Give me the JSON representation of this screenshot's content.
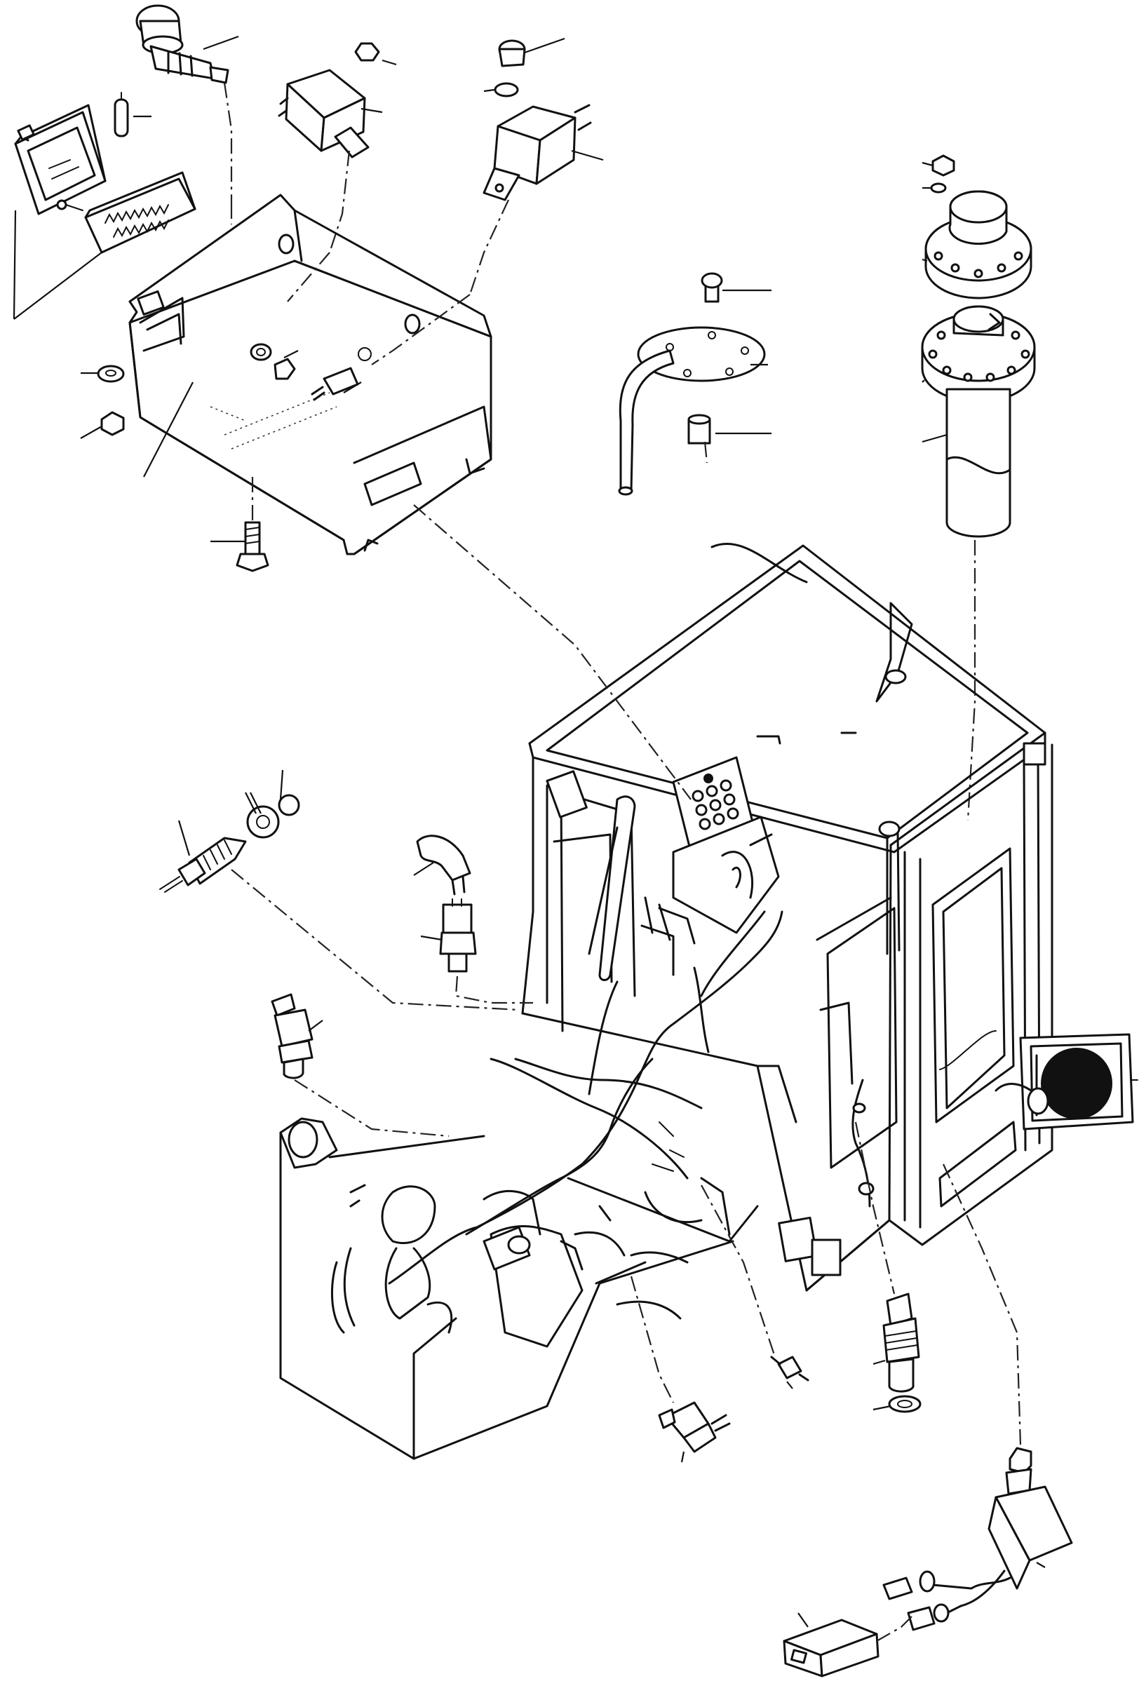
{
  "diagram": {
    "type": "exploded-view technical line drawing",
    "text_labels": [],
    "colors": {
      "line": "#111111",
      "background": "#ffffff"
    },
    "components": [
      {
        "name": "work-lamp",
        "icon": "lamp-icon"
      },
      {
        "name": "ignition-key-switch",
        "icon": "switch-icon"
      },
      {
        "name": "fuse-block",
        "icon": "fuse-icon"
      },
      {
        "name": "relay-1",
        "icon": "relay-icon"
      },
      {
        "name": "relay-2",
        "icon": "relay-icon"
      },
      {
        "name": "electrical-box",
        "icon": "box-icon"
      },
      {
        "name": "fuel-sender-cover",
        "icon": "plate-icon"
      },
      {
        "name": "fuel-level-sender-unit",
        "icon": "sender-icon"
      },
      {
        "name": "cab-frame",
        "icon": "cab-icon"
      },
      {
        "name": "wiring-harness",
        "icon": "harness-icon"
      },
      {
        "name": "engine",
        "icon": "engine-icon"
      },
      {
        "name": "oil-pressure-switch",
        "icon": "sensor-icon"
      },
      {
        "name": "water-temperature-sensor",
        "icon": "sensor-icon"
      },
      {
        "name": "horn",
        "icon": "horn-icon"
      },
      {
        "name": "rotary-flasher-unit",
        "icon": "flasher-icon"
      },
      {
        "name": "connector-plug",
        "icon": "connector-icon"
      },
      {
        "name": "diode",
        "icon": "diode-icon"
      }
    ]
  }
}
